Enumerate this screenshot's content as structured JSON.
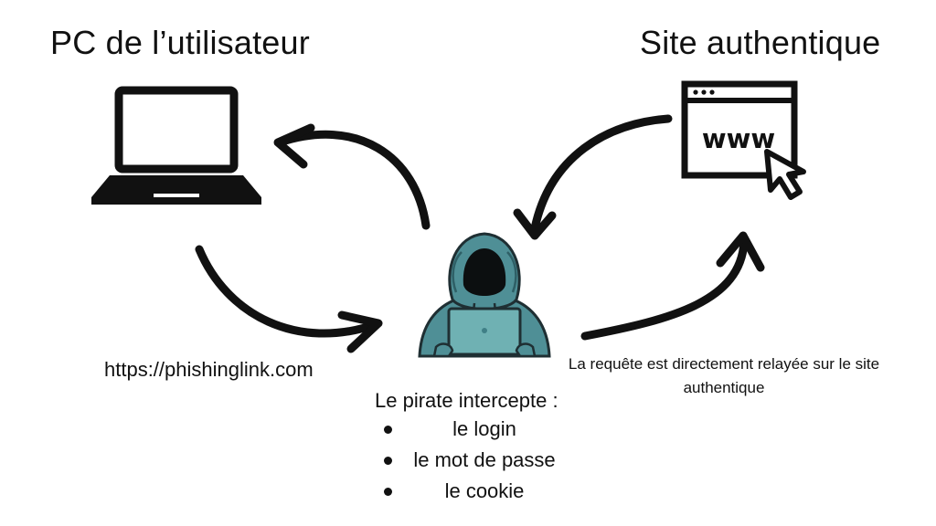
{
  "titles": {
    "user_pc": "PC de l’utilisateur",
    "authentic_site": "Site authentique"
  },
  "browser_icon": {
    "text": "www"
  },
  "labels": {
    "phishing_url": "https://phishinglink.com",
    "relay": "La requête est directement relayée sur le site authentique"
  },
  "interception": {
    "title": "Le pirate intercepte :",
    "items": [
      "le login",
      "le mot de passe",
      "le cookie"
    ]
  },
  "icons": {
    "laptop": "laptop-icon",
    "browser": "browser-window-icon",
    "cursor": "cursor-icon",
    "hacker": "hacker-icon"
  },
  "colors": {
    "ink": "#111111",
    "hood": "#4f8f96",
    "hood_dark": "#2e5f66",
    "screen": "#6fb1b3"
  }
}
